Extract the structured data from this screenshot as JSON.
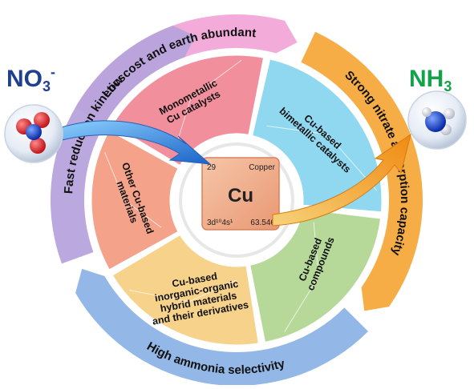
{
  "reactant": {
    "formula": "NO",
    "subscript": "3",
    "superscript": "-",
    "color": "#1f3f8f"
  },
  "product": {
    "formula": "NH",
    "subscript": "3",
    "color": "#12a34a"
  },
  "outer_ring": [
    {
      "label": "Low cost and earth abundant",
      "color": "#f2a8d8"
    },
    {
      "label": "Strong nitrate adsorption capacity",
      "color": "#f6a93b"
    },
    {
      "label": "High ammonia selectivity",
      "color": "#8db4e6"
    },
    {
      "label": "Fast reduction kinetics",
      "color": "#b7a3dc"
    }
  ],
  "inner_segments": [
    {
      "lines": [
        "Monometallic",
        "Cu catalysts"
      ],
      "color": "#f28f9c"
    },
    {
      "lines": [
        "Cu-based",
        "bimetallic catalysts"
      ],
      "color": "#8fd8ef"
    },
    {
      "lines": [
        "Cu-based",
        "compounds"
      ],
      "color": "#b6d99a"
    },
    {
      "lines": [
        "Cu-based",
        "inorganic-organic",
        "hybrid materials",
        "and their derivatives"
      ],
      "color": "#f6d28a"
    },
    {
      "lines": [
        "Other Cu-based",
        "materials"
      ],
      "color": "#f4a28a"
    }
  ],
  "element_tile": {
    "atomic_number": "29",
    "name": "Copper",
    "symbol": "Cu",
    "config": "3d¹⁰4s¹",
    "mass": "63.546"
  }
}
